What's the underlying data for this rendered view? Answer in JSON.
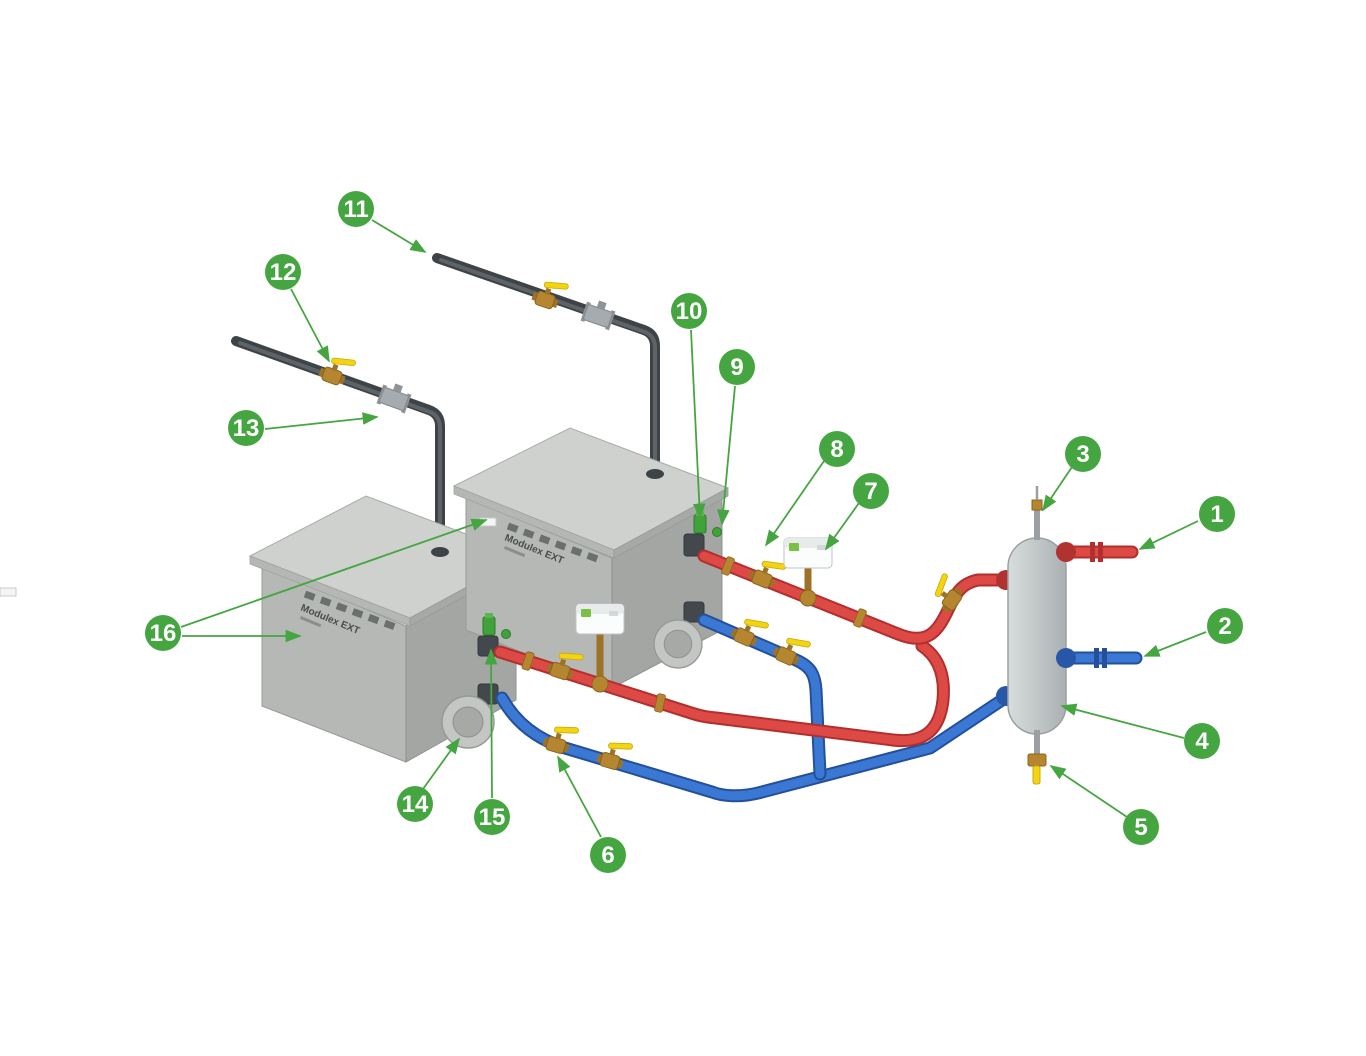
{
  "diagram": {
    "kind": "boiler-piping-installation-diagram",
    "boilers": [
      {
        "label": "Modulex EXT"
      },
      {
        "label": "Modulex EXT"
      }
    ],
    "callouts": [
      {
        "number": "1"
      },
      {
        "number": "2"
      },
      {
        "number": "3"
      },
      {
        "number": "4"
      },
      {
        "number": "5"
      },
      {
        "number": "6"
      },
      {
        "number": "7"
      },
      {
        "number": "8"
      },
      {
        "number": "9"
      },
      {
        "number": "10"
      },
      {
        "number": "11"
      },
      {
        "number": "12"
      },
      {
        "number": "13"
      },
      {
        "number": "14"
      },
      {
        "number": "15"
      },
      {
        "number": "16"
      }
    ],
    "colors": {
      "callout_green": "#45a641",
      "supply_pipe_red": "#dd4a45",
      "return_pipe_blue": "#3b78d4",
      "gas_pipe_gray": "#3e4347",
      "cabinet_gray": "#b5b8b5",
      "brass": "#b5862f",
      "valve_handle_yellow": "#f2d410",
      "actuator_green": "#7ac143",
      "background": "#ffffff"
    }
  }
}
